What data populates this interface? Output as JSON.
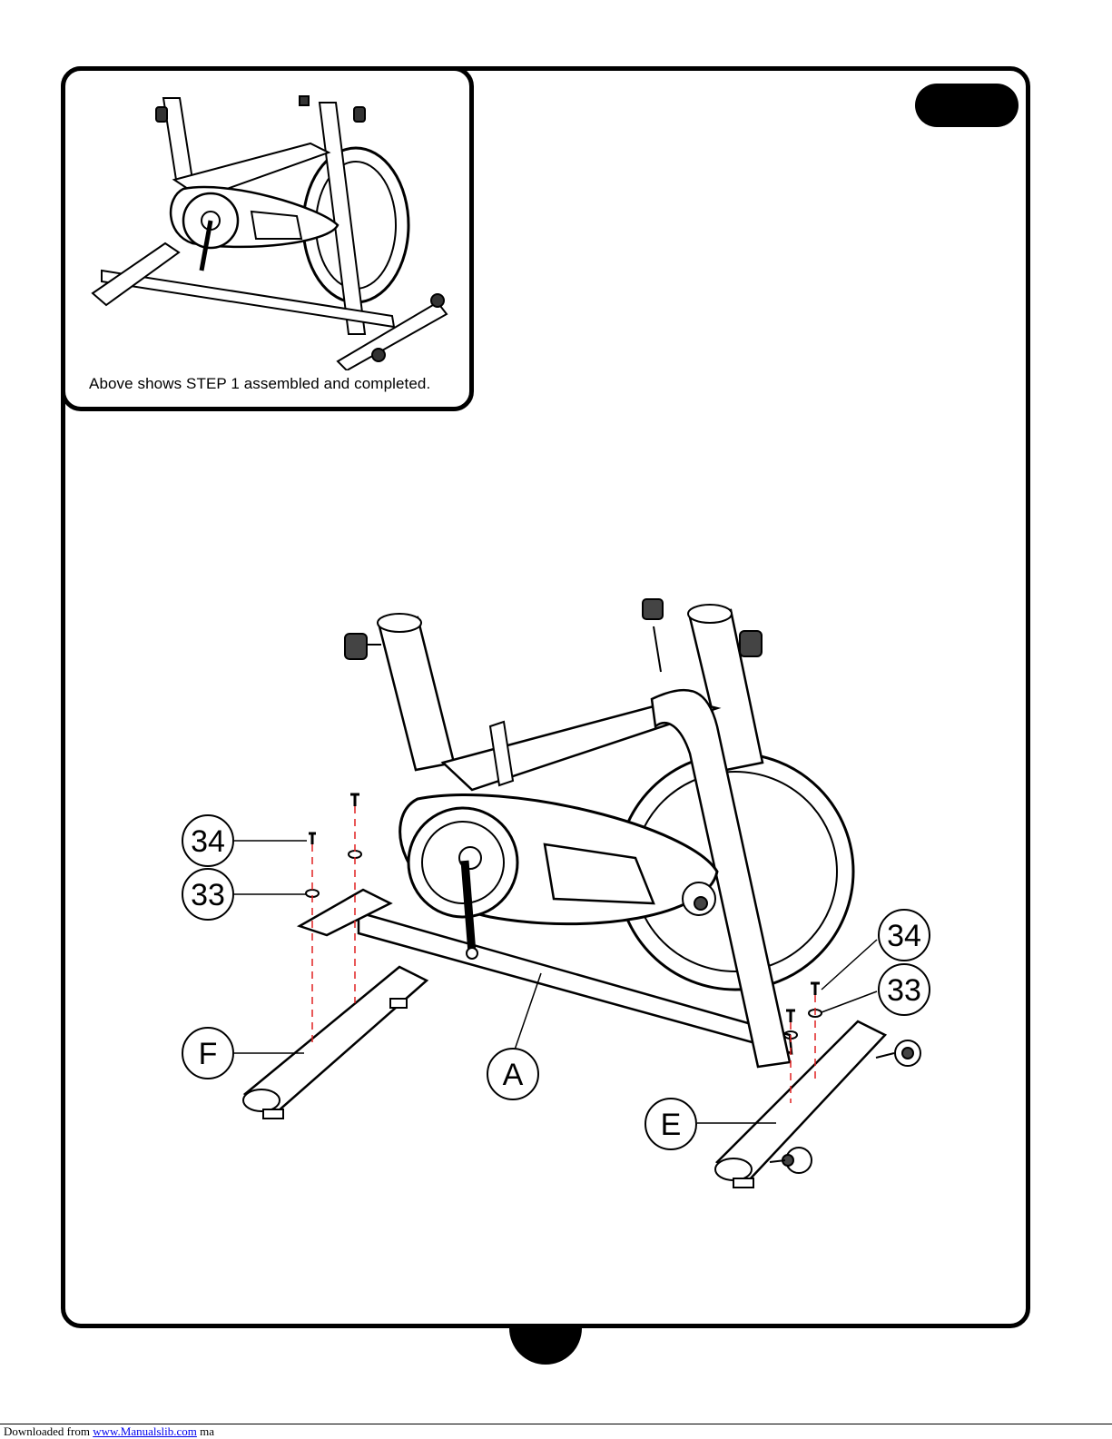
{
  "inset": {
    "caption": "Above shows STEP 1 assembled and completed."
  },
  "callouts": {
    "part_34_left": "34",
    "part_33_left": "33",
    "part_f": "F",
    "part_a": "A",
    "part_34_right": "34",
    "part_33_right": "33",
    "part_e": "E"
  },
  "footer": {
    "prefix": "Downloaded from ",
    "link_text": "www.Manualslib.com",
    "suffix": " ma"
  }
}
